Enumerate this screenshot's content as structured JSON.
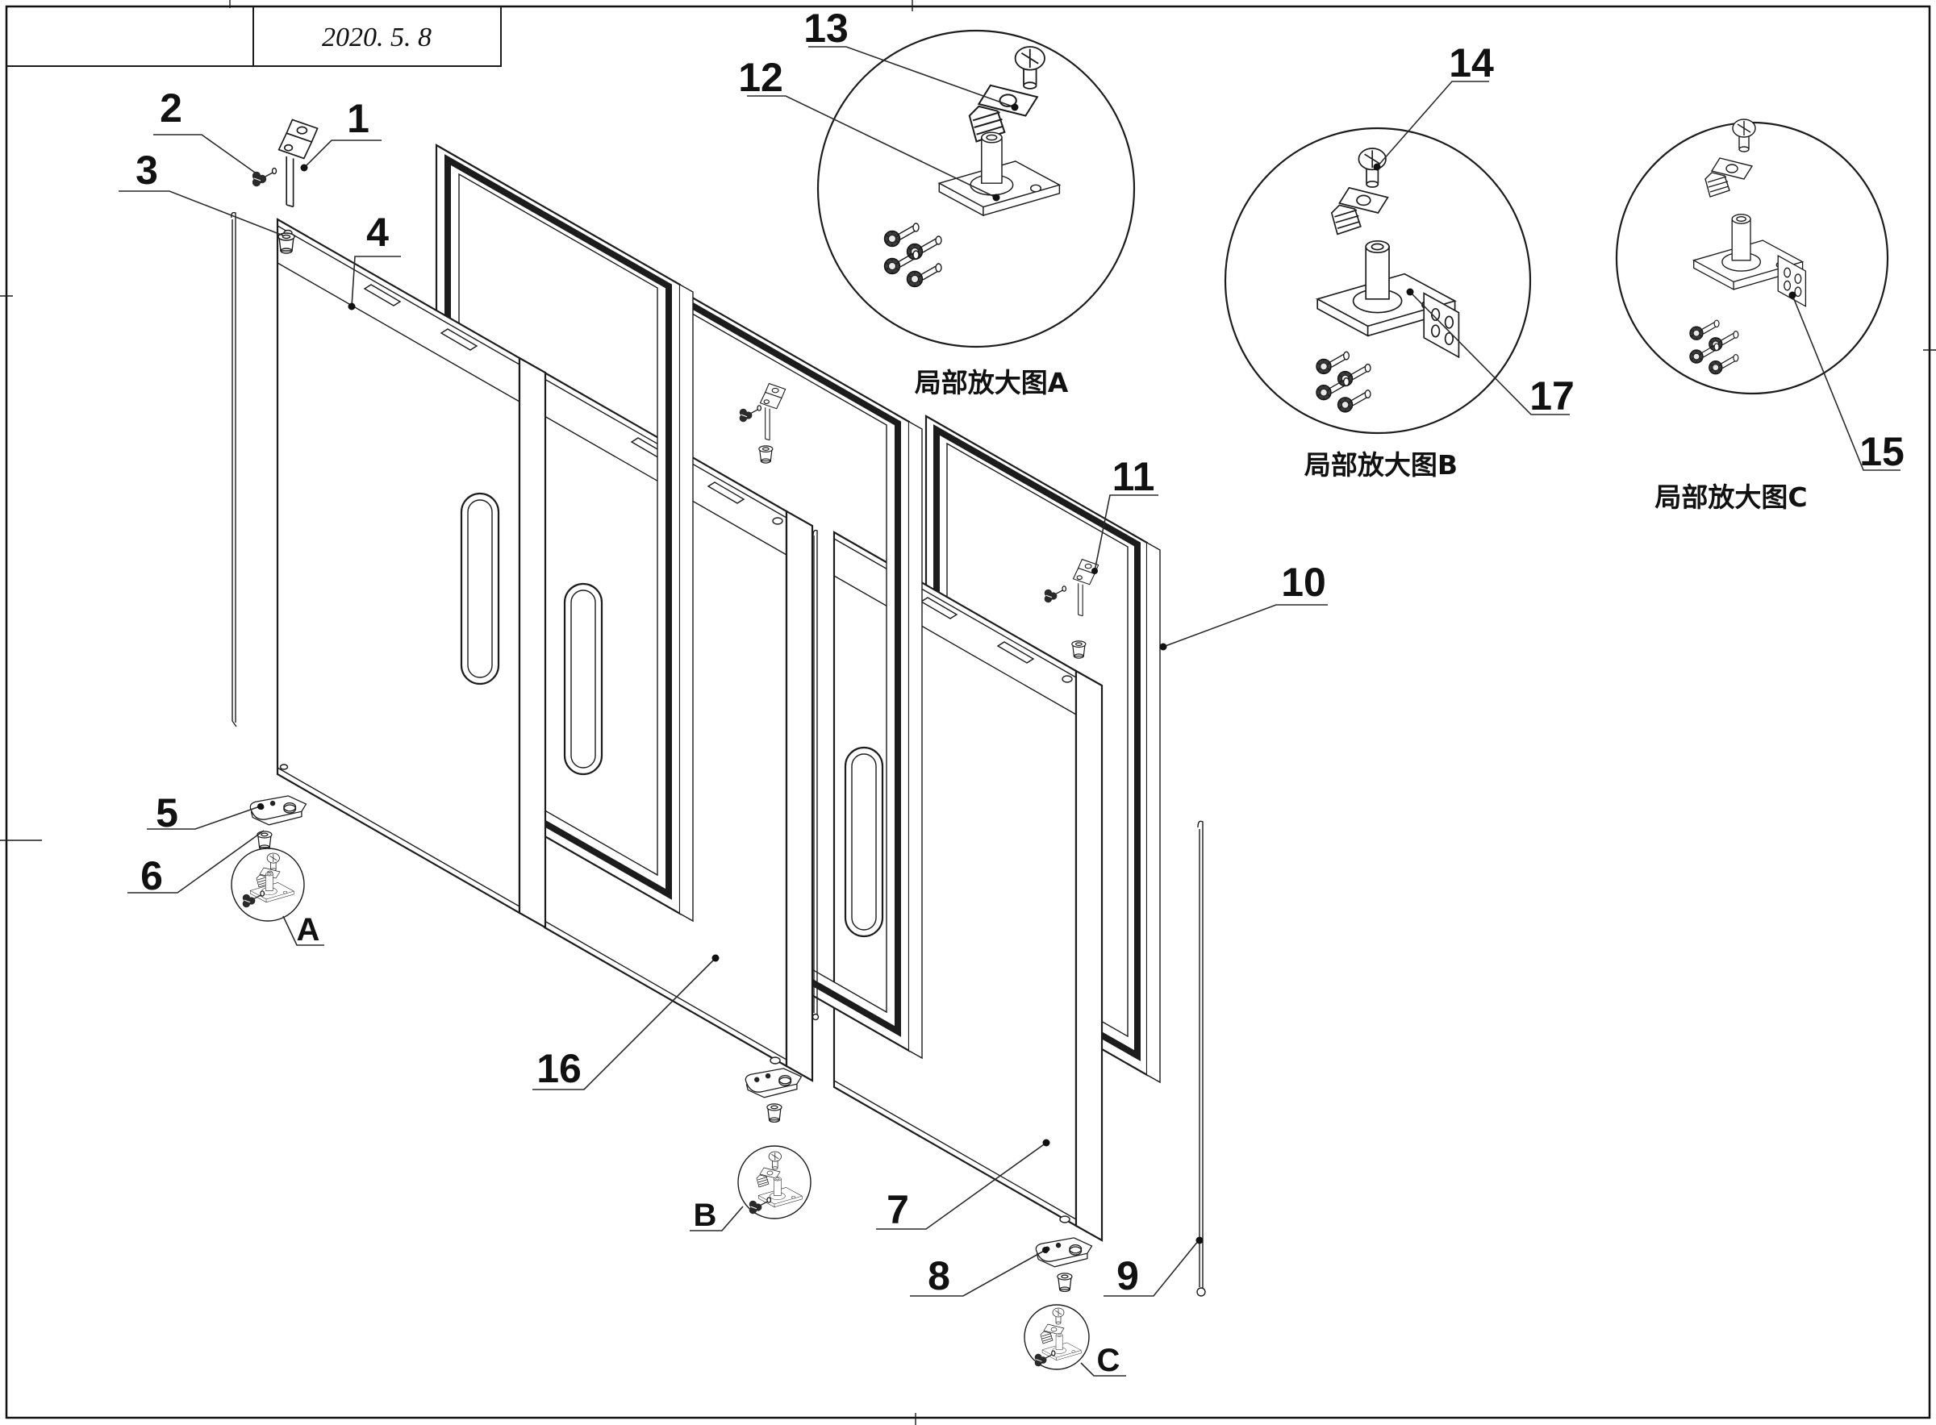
{
  "page": {
    "background": "#ffffff",
    "line_color": "#1c1c1c",
    "gasket_color": "#2f2f2f"
  },
  "title_block": {
    "date": "2020. 5. 8"
  },
  "detail_views": {
    "a": {
      "caption": "局部放大图A"
    },
    "b": {
      "caption": "局部放大图B"
    },
    "c": {
      "caption": "局部放大图C"
    }
  },
  "callouts": {
    "n1": "1",
    "n2": "2",
    "n3": "3",
    "n4": "4",
    "n5": "5",
    "n6": "6",
    "n7": "7",
    "n8": "8",
    "n9": "9",
    "n10": "10",
    "n11": "11",
    "n12": "12",
    "n13": "13",
    "n14": "14",
    "n15": "15",
    "n16": "16",
    "n17": "17",
    "ref_a": "A",
    "ref_b": "B",
    "ref_c": "C"
  }
}
